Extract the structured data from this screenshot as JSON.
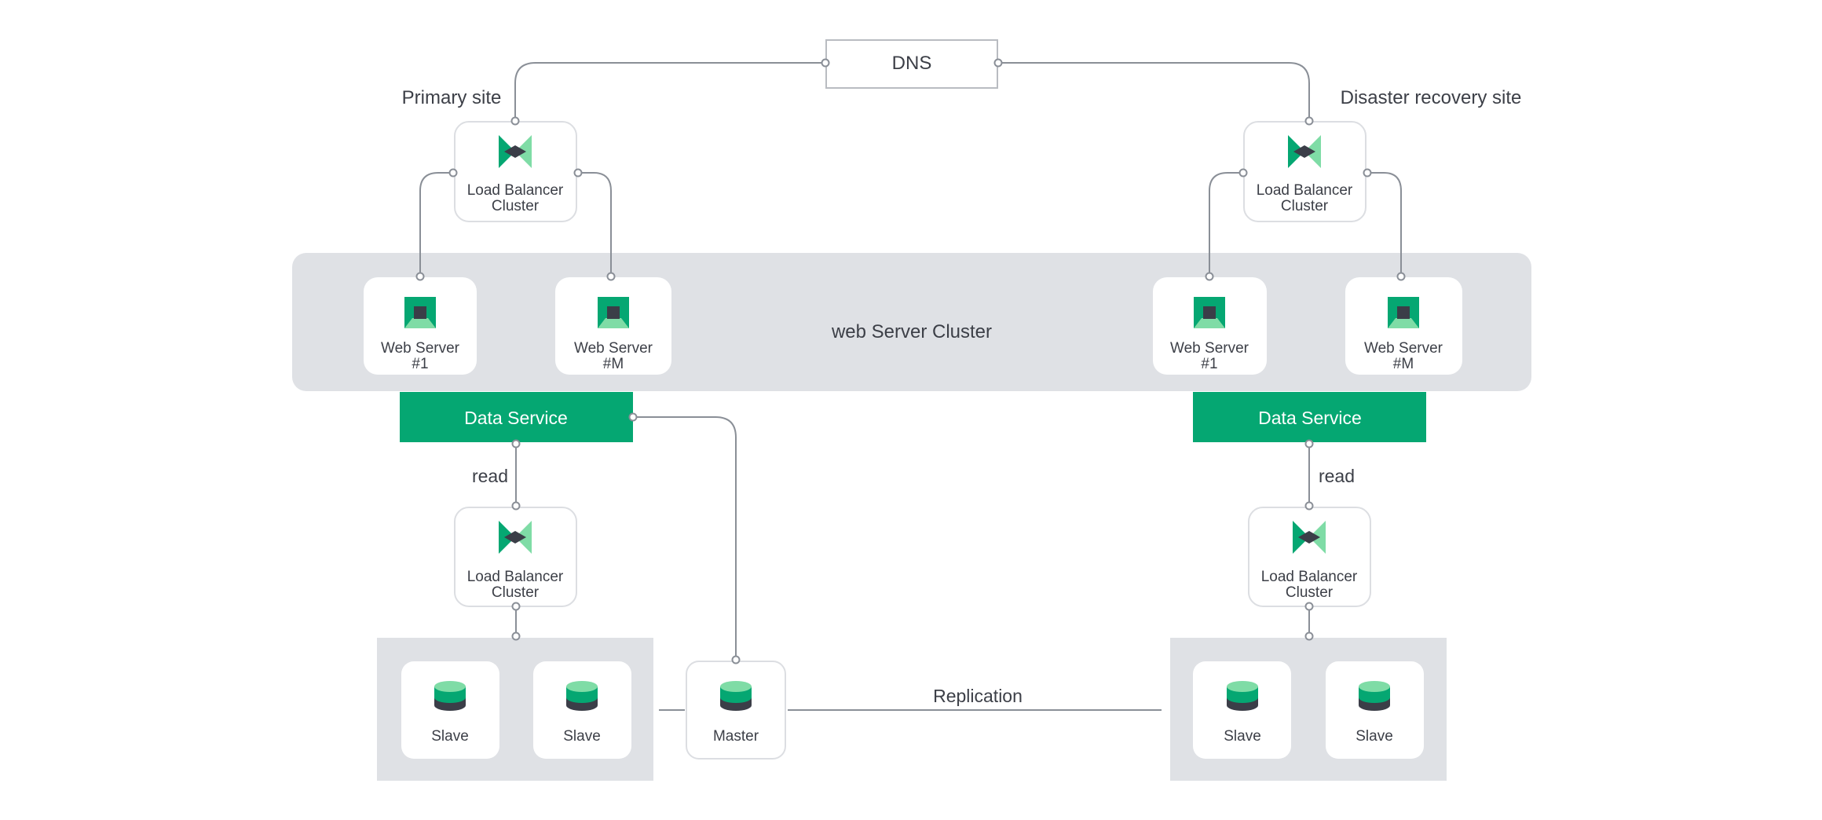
{
  "dns": {
    "label": "DNS"
  },
  "sites": {
    "primary": "Primary site",
    "recovery": "Disaster recovery site"
  },
  "web_cluster": {
    "label": "web Server Cluster"
  },
  "load_balancer": {
    "line1": "Load Balancer",
    "line2": "Cluster"
  },
  "web_servers": [
    {
      "line1": "Web Server",
      "line2": "#1"
    },
    {
      "line1": "Web Server",
      "line2": "#M"
    },
    {
      "line1": "Web Server",
      "line2": "#1"
    },
    {
      "line1": "Web Server",
      "line2": "#M"
    }
  ],
  "data_service": {
    "left": "Data Service",
    "right": "Data Service"
  },
  "read_labels": {
    "left": "read",
    "right": "read"
  },
  "databases": {
    "left_slaves": [
      "Slave",
      "Slave"
    ],
    "master": "Master",
    "right_slaves": [
      "Slave",
      "Slave"
    ]
  },
  "replication": {
    "label": "Replication"
  },
  "colors": {
    "green": "#05a772",
    "light_green": "#7fdca6",
    "dark": "#3b3e48",
    "cluster_bg": "#dfe1e5",
    "line": "#8a8f97",
    "card_border": "#dcdee2",
    "text": "#3c3f47"
  }
}
